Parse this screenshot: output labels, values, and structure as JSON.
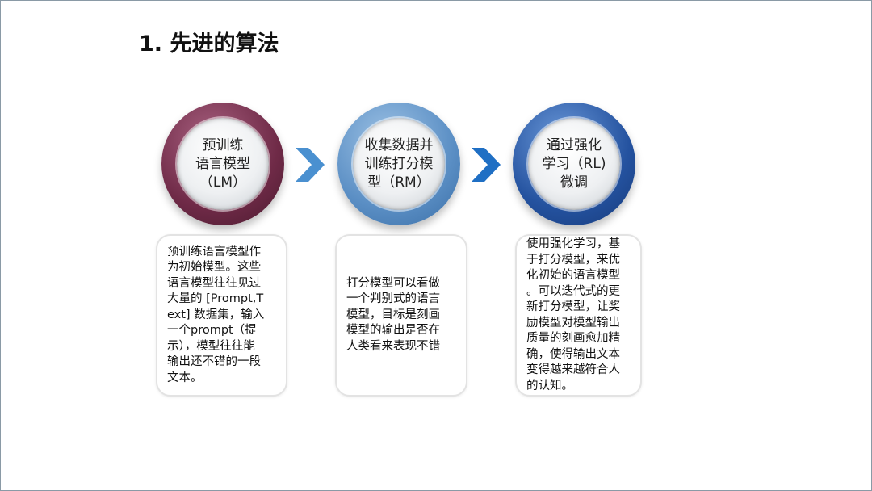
{
  "title": "1. 先进的算法",
  "steps": [
    {
      "circle_lines": [
        "预训练",
        "语言模型",
        "（LM）"
      ],
      "color": "#6f2a47",
      "desc_lines": [
        "预训练语言模型作",
        "为初始模型。这些",
        "语言模型往往见过",
        "大量的 [Prompt,T",
        "ext] 数据集，输入",
        "一个prompt（提",
        "示），模型往往能",
        "输出还不错的一段",
        "文本。"
      ]
    },
    {
      "circle_lines": [
        "收集数据并",
        "训练打分模",
        "型（RM）"
      ],
      "color": "#5a8ec4",
      "desc_lines": [
        "打分模型可以看做",
        "一个判别式的语言",
        "模型，目标是刻画",
        "模型的输出是否在",
        "人类看来表现不错"
      ]
    },
    {
      "circle_lines": [
        "通过强化",
        "学习（RL)",
        "微调"
      ],
      "color": "#24529f",
      "desc_lines": [
        "使用强化学习，基",
        "于打分模型，来优",
        "化初始的语言模型",
        "。可以迭代式的更",
        "新打分模型，让奖",
        "励模型对模型输出",
        "质量的刻画愈加精",
        "确，使得输出文本",
        "变得越来越符合人",
        "的认知。"
      ]
    }
  ],
  "arrows": [
    {
      "icon": "chevron-right-icon",
      "color": "#4a90d0"
    },
    {
      "icon": "chevron-right-icon",
      "color": "#1f6fc4"
    }
  ]
}
